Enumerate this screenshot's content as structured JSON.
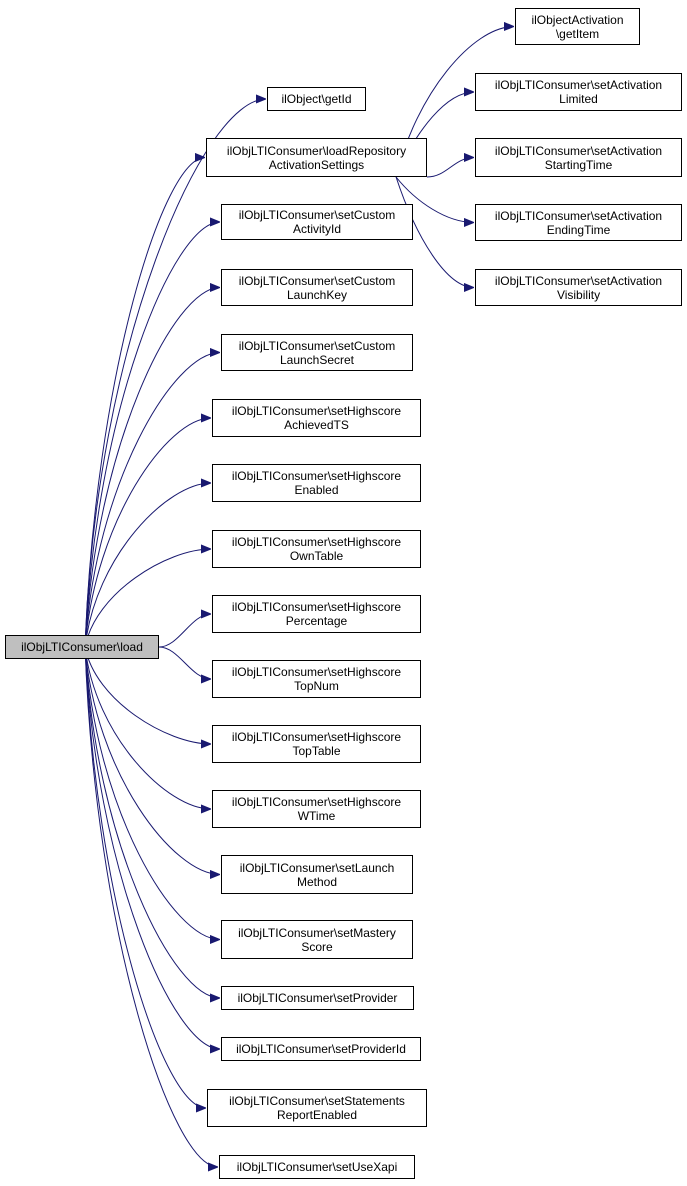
{
  "graph": {
    "edge_color": "#191970",
    "root_fill": "#bfbfbf",
    "node_fill": "#ffffff",
    "root": {
      "id": "load",
      "lines": [
        "ilObjLTIConsumer\\load"
      ]
    },
    "nodes": [
      {
        "id": "getid",
        "lines": [
          "ilObject\\getId"
        ]
      },
      {
        "id": "loadrepo",
        "lines": [
          "ilObjLTIConsumer\\loadRepository",
          "ActivationSettings"
        ]
      },
      {
        "id": "customactivityid",
        "lines": [
          "ilObjLTIConsumer\\setCustom",
          "ActivityId"
        ]
      },
      {
        "id": "customlaunchkey",
        "lines": [
          "ilObjLTIConsumer\\setCustom",
          "LaunchKey"
        ]
      },
      {
        "id": "customlaunchsecret",
        "lines": [
          "ilObjLTIConsumer\\setCustom",
          "LaunchSecret"
        ]
      },
      {
        "id": "hsachieved",
        "lines": [
          "ilObjLTIConsumer\\setHighscore",
          "AchievedTS"
        ]
      },
      {
        "id": "hsenabled",
        "lines": [
          "ilObjLTIConsumer\\setHighscore",
          "Enabled"
        ]
      },
      {
        "id": "hsowntable",
        "lines": [
          "ilObjLTIConsumer\\setHighscore",
          "OwnTable"
        ]
      },
      {
        "id": "hspercentage",
        "lines": [
          "ilObjLTIConsumer\\setHighscore",
          "Percentage"
        ]
      },
      {
        "id": "hstopnum",
        "lines": [
          "ilObjLTIConsumer\\setHighscore",
          "TopNum"
        ]
      },
      {
        "id": "hstoptable",
        "lines": [
          "ilObjLTIConsumer\\setHighscore",
          "TopTable"
        ]
      },
      {
        "id": "hswtime",
        "lines": [
          "ilObjLTIConsumer\\setHighscore",
          "WTime"
        ]
      },
      {
        "id": "launchmethod",
        "lines": [
          "ilObjLTIConsumer\\setLaunch",
          "Method"
        ]
      },
      {
        "id": "masteryscore",
        "lines": [
          "ilObjLTIConsumer\\setMastery",
          "Score"
        ]
      },
      {
        "id": "provider",
        "lines": [
          "ilObjLTIConsumer\\setProvider"
        ]
      },
      {
        "id": "providerid",
        "lines": [
          "ilObjLTIConsumer\\setProviderId"
        ]
      },
      {
        "id": "statements",
        "lines": [
          "ilObjLTIConsumer\\setStatements",
          "ReportEnabled"
        ]
      },
      {
        "id": "usexapi",
        "lines": [
          "ilObjLTIConsumer\\setUseXapi"
        ]
      },
      {
        "id": "getitem",
        "lines": [
          "ilObjectActivation",
          "\\getItem"
        ]
      },
      {
        "id": "actlimited",
        "lines": [
          "ilObjLTIConsumer\\setActivation",
          "Limited"
        ]
      },
      {
        "id": "actstarting",
        "lines": [
          "ilObjLTIConsumer\\setActivation",
          "StartingTime"
        ]
      },
      {
        "id": "actending",
        "lines": [
          "ilObjLTIConsumer\\setActivation",
          "EndingTime"
        ]
      },
      {
        "id": "actvisibility",
        "lines": [
          "ilObjLTIConsumer\\setActivation",
          "Visibility"
        ]
      }
    ],
    "edges": [
      {
        "from": "load",
        "to": "getid"
      },
      {
        "from": "load",
        "to": "loadrepo"
      },
      {
        "from": "load",
        "to": "customactivityid"
      },
      {
        "from": "load",
        "to": "customlaunchkey"
      },
      {
        "from": "load",
        "to": "customlaunchsecret"
      },
      {
        "from": "load",
        "to": "hsachieved"
      },
      {
        "from": "load",
        "to": "hsenabled"
      },
      {
        "from": "load",
        "to": "hsowntable"
      },
      {
        "from": "load",
        "to": "hspercentage"
      },
      {
        "from": "load",
        "to": "hstopnum"
      },
      {
        "from": "load",
        "to": "hstoptable"
      },
      {
        "from": "load",
        "to": "hswtime"
      },
      {
        "from": "load",
        "to": "launchmethod"
      },
      {
        "from": "load",
        "to": "masteryscore"
      },
      {
        "from": "load",
        "to": "provider"
      },
      {
        "from": "load",
        "to": "providerid"
      },
      {
        "from": "load",
        "to": "statements"
      },
      {
        "from": "load",
        "to": "usexapi"
      },
      {
        "from": "loadrepo",
        "to": "getitem"
      },
      {
        "from": "loadrepo",
        "to": "actlimited"
      },
      {
        "from": "loadrepo",
        "to": "actstarting"
      },
      {
        "from": "loadrepo",
        "to": "actending"
      },
      {
        "from": "loadrepo",
        "to": "actvisibility"
      }
    ]
  }
}
